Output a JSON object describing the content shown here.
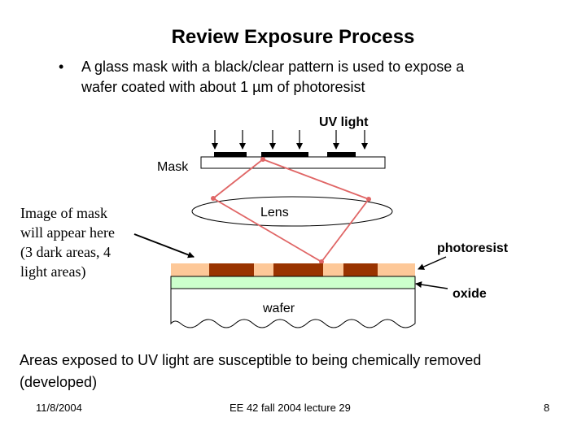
{
  "slide": {
    "title": "Review Exposure Process",
    "bullet_marker": "•",
    "bullet_line1": "A glass mask with a black/clear pattern is used to expose a",
    "bullet_line2": "wafer coated with about 1 µm of photoresist",
    "bottom_line1": "Areas exposed to UV light are susceptible to being chemically removed",
    "bottom_line2": "(developed)"
  },
  "diagram": {
    "uv_label": "UV light",
    "mask_label": "Mask",
    "lens_label": "Lens",
    "photoresist_label": "photoresist",
    "oxide_label": "oxide",
    "wafer_label": "wafer",
    "image_note": [
      "Image of mask",
      "will appear here",
      "(3 dark areas, 4",
      "light areas)"
    ],
    "colors": {
      "resist_light": "#fdc898",
      "resist_dark": "#993300",
      "oxide": "#ccffcc",
      "ray": "#e06666",
      "mask_dark": "#000000"
    }
  },
  "footer": {
    "date": "11/8/2004",
    "course": "EE 42 fall 2004 lecture 29",
    "page": "8"
  }
}
